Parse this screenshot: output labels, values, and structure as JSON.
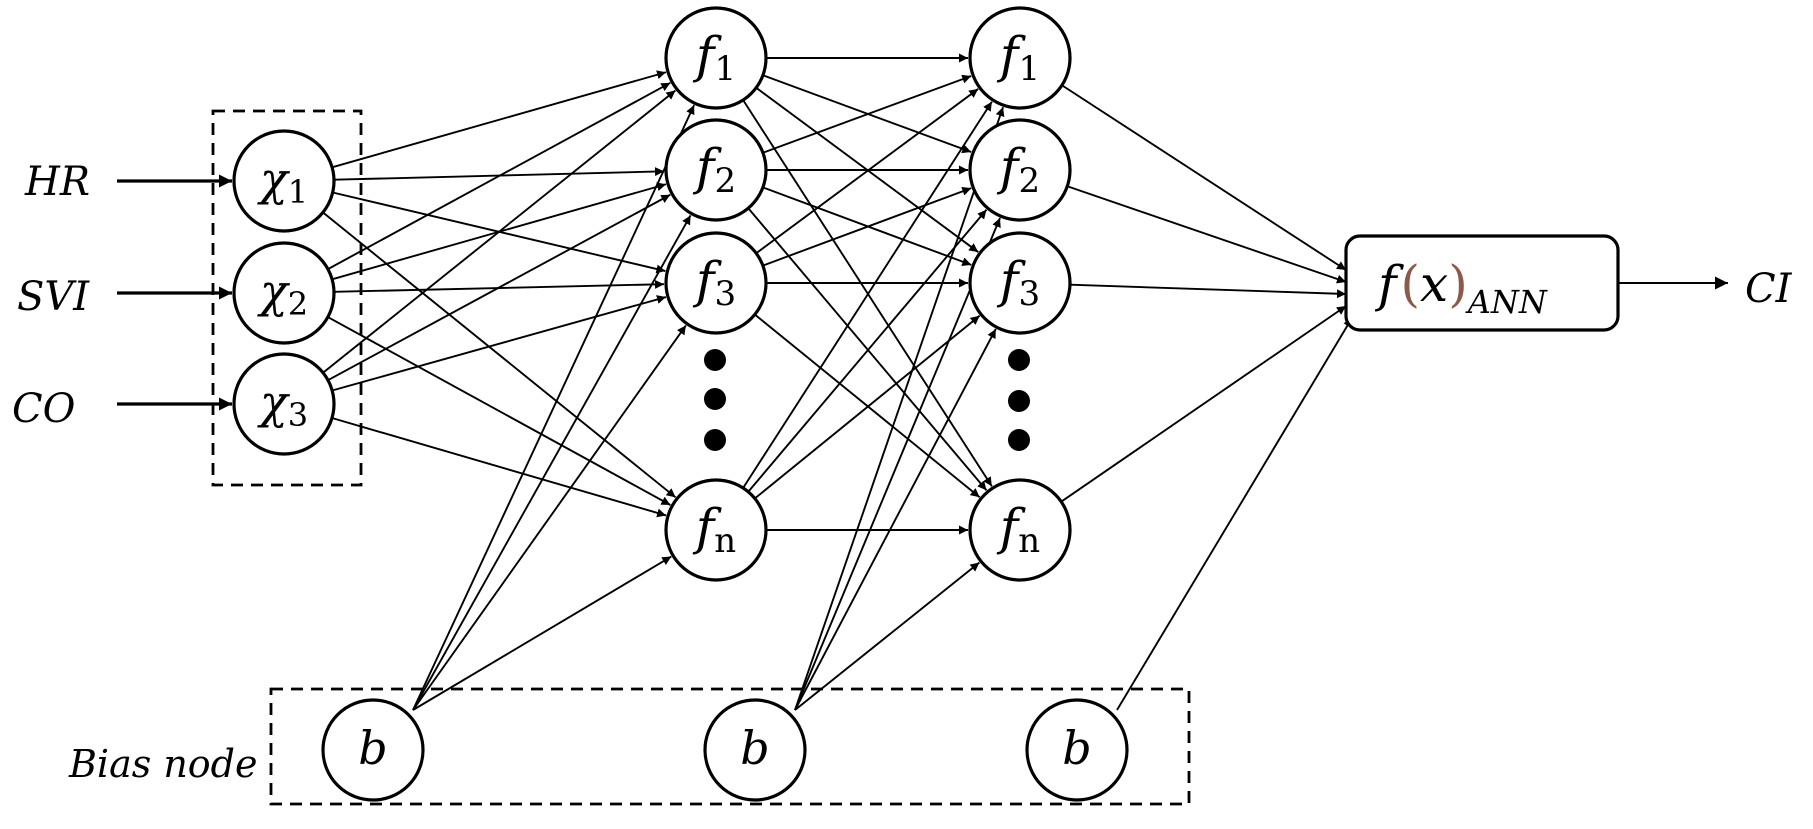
{
  "inputs": {
    "labels": [
      "HR",
      "SVI",
      "CO"
    ],
    "nodes": [
      {
        "base": "χ",
        "sub": "1"
      },
      {
        "base": "χ",
        "sub": "2"
      },
      {
        "base": "χ",
        "sub": "3"
      }
    ]
  },
  "hidden_layers": [
    [
      {
        "base": "f",
        "sub": "1"
      },
      {
        "base": "f",
        "sub": "2"
      },
      {
        "base": "f",
        "sub": "3"
      },
      {
        "base": "f",
        "sub": "n"
      }
    ],
    [
      {
        "base": "f",
        "sub": "1"
      },
      {
        "base": "f",
        "sub": "2"
      },
      {
        "base": "f",
        "sub": "3"
      },
      {
        "base": "f",
        "sub": "n"
      }
    ]
  ],
  "bias": {
    "caption": "Bias node",
    "symbol": "b"
  },
  "output": {
    "func": "f",
    "paren_open": "(",
    "var": "x",
    "paren_close": ")",
    "sub": "ANN",
    "paren_color": "#8b5a4a",
    "label": "CI"
  }
}
